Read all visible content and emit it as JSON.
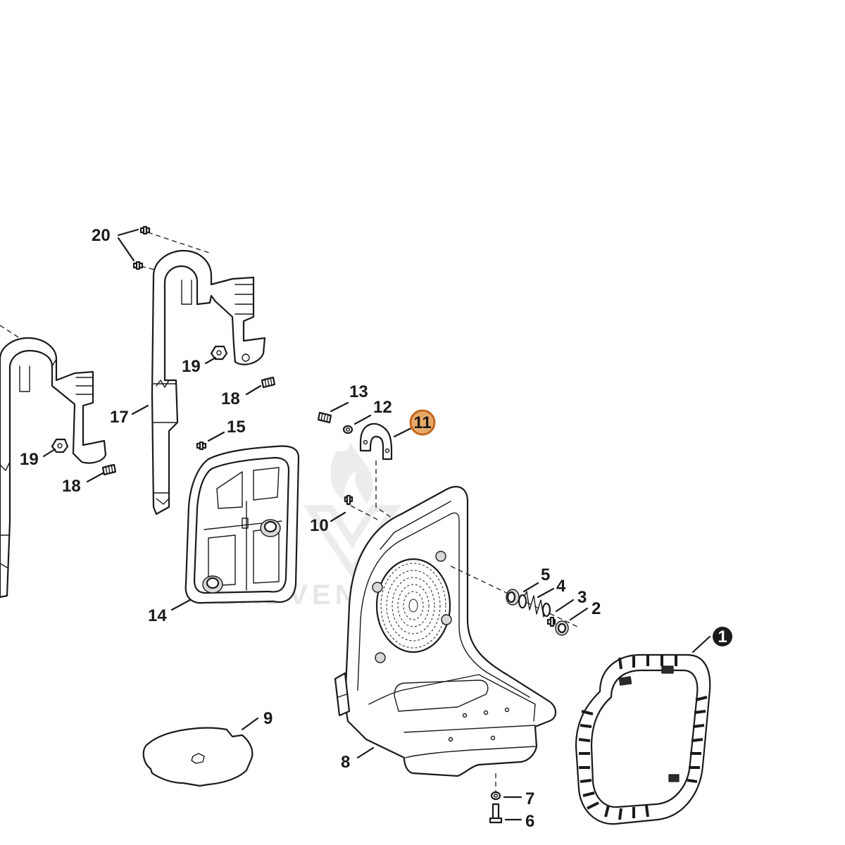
{
  "diagram": {
    "watermark": "ZADVENTURE",
    "highlighted_part": "11",
    "parts": [
      {
        "id": "p1",
        "label": "1",
        "style": "filled-circle"
      },
      {
        "id": "p2",
        "label": "2"
      },
      {
        "id": "p3",
        "label": "3"
      },
      {
        "id": "p4",
        "label": "4"
      },
      {
        "id": "p5",
        "label": "5"
      },
      {
        "id": "p6",
        "label": "6"
      },
      {
        "id": "p7",
        "label": "7"
      },
      {
        "id": "p8",
        "label": "8"
      },
      {
        "id": "p9",
        "label": "9"
      },
      {
        "id": "p10",
        "label": "10"
      },
      {
        "id": "p11",
        "label": "11",
        "style": "highlighted-circle"
      },
      {
        "id": "p12",
        "label": "12"
      },
      {
        "id": "p13",
        "label": "13"
      },
      {
        "id": "p14",
        "label": "14"
      },
      {
        "id": "p15",
        "label": "15"
      },
      {
        "id": "p17",
        "label": "17"
      },
      {
        "id": "p18a",
        "label": "18"
      },
      {
        "id": "p18b",
        "label": "18"
      },
      {
        "id": "p19a",
        "label": "19"
      },
      {
        "id": "p19b",
        "label": "19"
      },
      {
        "id": "p20",
        "label": "20"
      }
    ],
    "colors": {
      "line": "#1a1a1a",
      "highlight_fill": "#e8a968",
      "highlight_stroke": "#c4671f",
      "watermark": "#e6e6e6"
    }
  }
}
